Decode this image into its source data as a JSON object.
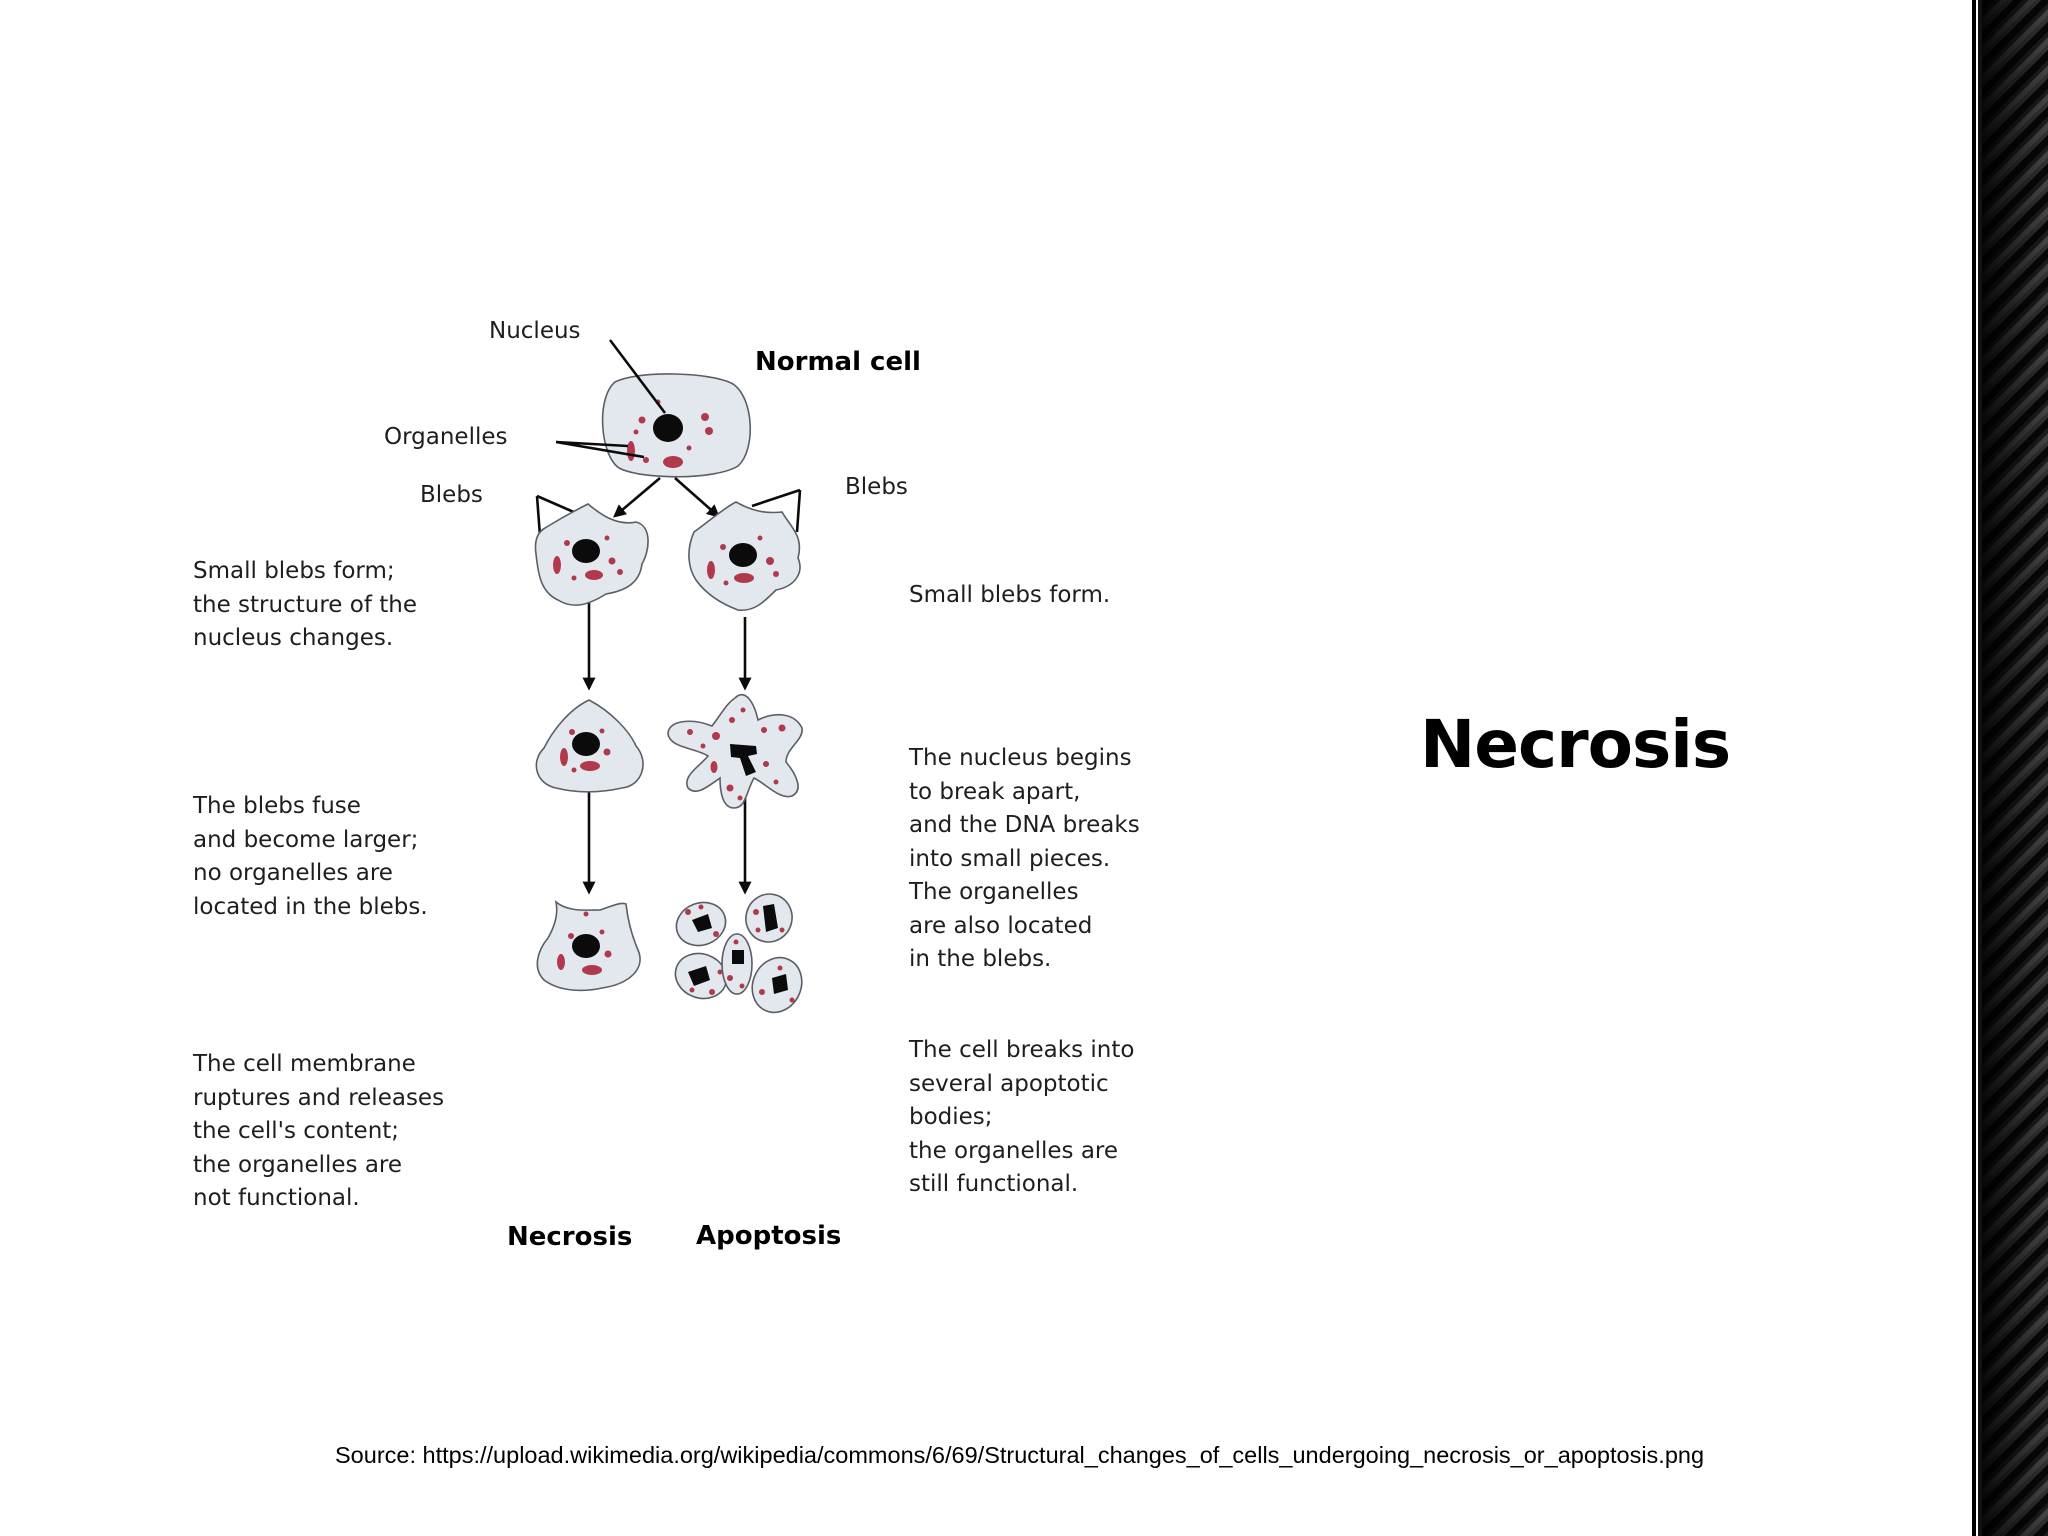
{
  "slide": {
    "title": "Necrosis",
    "source": "Source: https://upload.wikimedia.org/wikipedia/commons/6/69/Structural_changes_of_cells_undergoing_necrosis_or_apoptosis.png"
  },
  "diagram": {
    "labels": {
      "nucleus": "Nucleus",
      "normal_cell": "Normal cell",
      "organelles": "Organelles",
      "blebs_left": "Blebs",
      "blebs_right": "Blebs",
      "necrosis": "Necrosis",
      "apoptosis": "Apoptosis"
    },
    "necrosis_steps": [
      [
        "Small blebs form;",
        "the structure of the",
        "nucleus changes."
      ],
      [
        "The blebs fuse",
        "and become larger;",
        "no organelles are",
        "located in the blebs."
      ],
      [
        "The cell membrane",
        "ruptures and releases",
        "the cell's content;",
        "the organelles are",
        "not functional."
      ]
    ],
    "apoptosis_steps": [
      [
        "Small blebs form."
      ],
      [
        "The nucleus begins",
        "to break apart,",
        "and the DNA breaks",
        "into small pieces.",
        "The organelles",
        "are also located",
        "in the blebs."
      ],
      [
        "The cell breaks into",
        "several apoptotic",
        "bodies;",
        "the organelles are",
        "still functional."
      ]
    ]
  },
  "colors": {
    "cell_fill": "#e3e8ee",
    "organelle": "#b03a4b",
    "nucleus": "#0b0b0b"
  }
}
